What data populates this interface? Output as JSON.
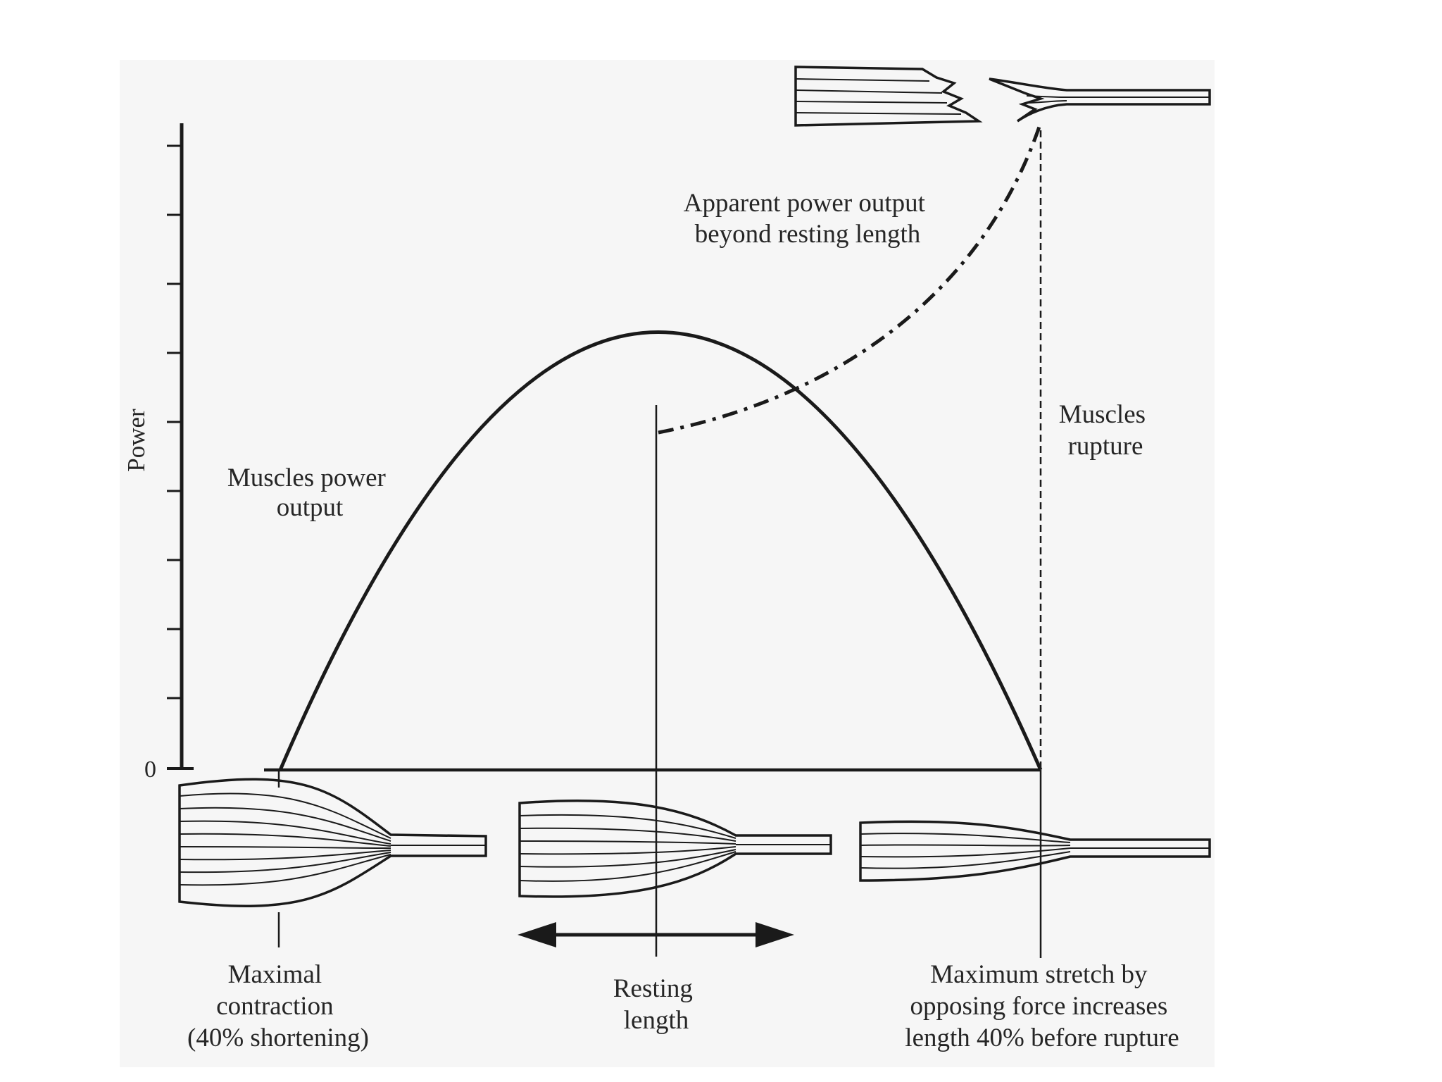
{
  "axis": {
    "ylabel": "Power",
    "zero_label": "0",
    "tick_count": 10
  },
  "labels": {
    "muscles_power_output": [
      "Muscles power",
      "output"
    ],
    "apparent_power": [
      "Apparent power output",
      "beyond resting length"
    ],
    "muscles_rupture": [
      "Muscles",
      "rupture"
    ],
    "maximal_contraction": [
      "Maximal",
      "contraction",
      "(40% shortening)"
    ],
    "resting_length": [
      "Resting",
      "length"
    ],
    "maximum_stretch": [
      "Maximum stretch by",
      "opposing force increases",
      "length 40% before rupture"
    ]
  },
  "colors": {
    "ink": "#1a1a1a",
    "panel": "#f6f6f6"
  }
}
